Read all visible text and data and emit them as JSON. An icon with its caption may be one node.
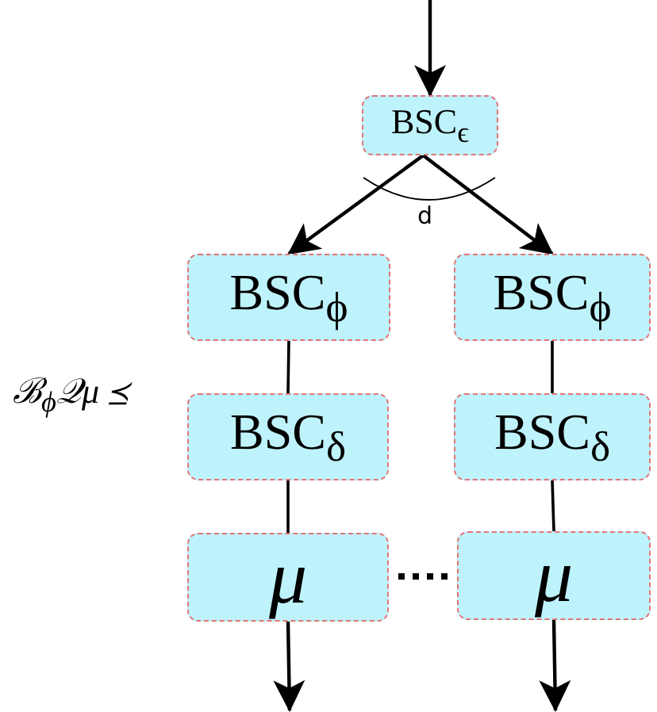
{
  "diagram": {
    "nodes": [
      {
        "text": [
          "BSC$_{ϵ}$"
        ]
      },
      {
        "text": [
          "BSC$_{ϕ}$"
        ]
      },
      {
        "text": [
          "BSC$_{ϕ}$"
        ]
      },
      {
        "text": [
          "BSC$_{δ}$"
        ]
      },
      {
        "text": [
          "BSC$_{δ}$"
        ]
      },
      {
        "text": [
          "μ"
        ]
      },
      {
        "text": [
          "μ"
        ]
      }
    ],
    "edges": [
      {
        "from": null,
        "to": 0,
        "arrow": "to"
      },
      {
        "from": 0,
        "to": 1,
        "arrow": "to"
      },
      {
        "from": 0,
        "to": 2,
        "arrow": "to"
      },
      {
        "from": 1,
        "to": 3,
        "arrow": "none"
      },
      {
        "from": 2,
        "to": 4,
        "arrow": "none"
      },
      {
        "from": 3,
        "to": 5,
        "arrow": "none"
      },
      {
        "from": 4,
        "to": 6,
        "arrow": "none"
      },
      {
        "from": 5,
        "to": 6,
        "arrow": "none",
        "style": "dashed"
      },
      {
        "from": 5,
        "to": null,
        "arrow": "to"
      },
      {
        "from": 6,
        "to": null,
        "arrow": "to"
      }
    ],
    "labels": [
      "ℬ$_{ϕ}$𝒬μ ⪯",
      "d"
    ]
  }
}
